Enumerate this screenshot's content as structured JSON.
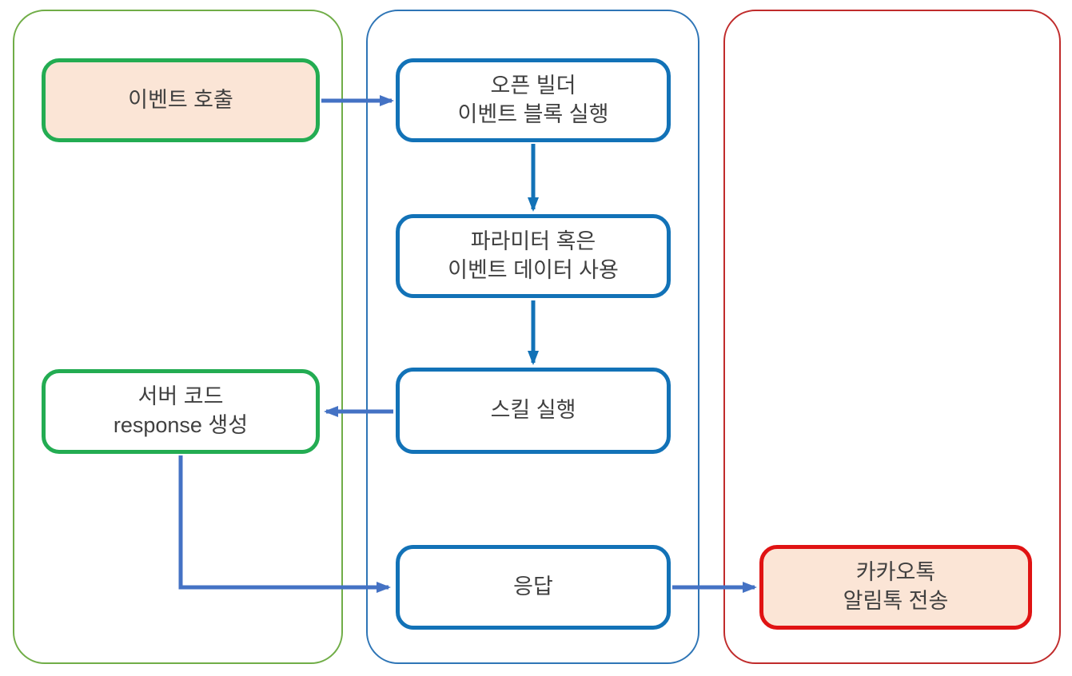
{
  "diagram": {
    "title": "",
    "nodes": {
      "event_call": {
        "label": "이벤트 호출"
      },
      "open_builder": {
        "label": "오픈 빌더\n이벤트 블록 실행"
      },
      "parameter": {
        "label": "파라미터 혹은\n이벤트 데이터 사용"
      },
      "skill": {
        "label": "스킬 실행"
      },
      "server_response": {
        "label": "서버 코드\nresponse 생성"
      },
      "reply": {
        "label": "응답"
      },
      "kakao": {
        "label": "카카오톡\n알림톡 전송"
      }
    },
    "edges": [
      {
        "from": "event_call",
        "to": "open_builder",
        "color": "#4472C4"
      },
      {
        "from": "open_builder",
        "to": "parameter",
        "color": "#1272B7"
      },
      {
        "from": "parameter",
        "to": "skill",
        "color": "#1272B7"
      },
      {
        "from": "skill",
        "to": "server_response",
        "color": "#4472C4"
      },
      {
        "from": "server_response",
        "to": "reply",
        "color": "#4472C4"
      },
      {
        "from": "reply",
        "to": "kakao",
        "color": "#4472C4"
      }
    ],
    "colors": {
      "lane_green_border": "#70AD47",
      "lane_blue_border": "#2E75B6",
      "lane_red_border": "#C02B2B",
      "node_green_border": "#23AC52",
      "node_blue_border": "#1272B7",
      "node_red_border": "#E01313",
      "node_peach_fill": "#FBE5D6",
      "node_white_fill": "#FFFFFF",
      "arrow_slate": "#4472C4",
      "arrow_blue": "#1272B7",
      "text": "#404040"
    }
  }
}
